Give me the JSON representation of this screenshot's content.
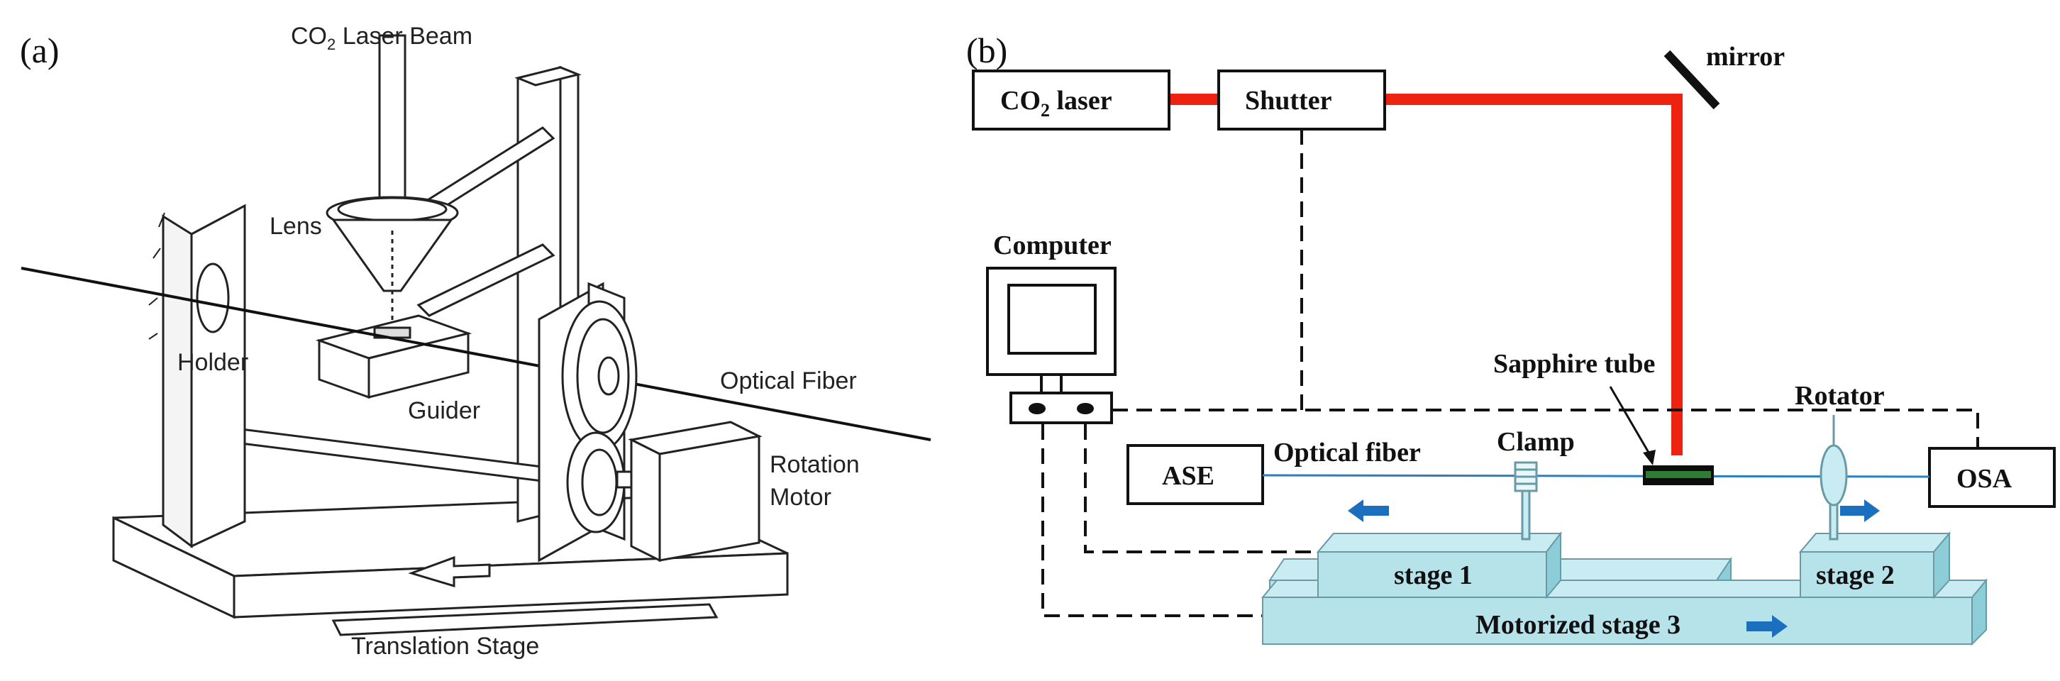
{
  "panel_a": {
    "panel_label": "(a)",
    "laser_beam": "CO",
    "laser_beam_sub": "2",
    "laser_beam_rest": " Laser Beam",
    "lens": "Lens",
    "holder": "Holder",
    "guider": "Guider",
    "optical_fiber": "Optical Fiber",
    "rotation_motor_1": "Rotation",
    "rotation_motor_2": "Motor",
    "translation_stage": "Translation Stage"
  },
  "panel_b": {
    "panel_label": "(b)",
    "co2_laser": "CO",
    "co2_laser_sub": "2",
    "co2_laser_rest": " laser",
    "shutter": "Shutter",
    "mirror": "mirror",
    "computer": "Computer",
    "sapphire_tube": "Sapphire tube",
    "rotator": "Rotator",
    "ase": "ASE",
    "optical_fiber": "Optical fiber",
    "clamp": "Clamp",
    "osa": "OSA",
    "stage1": "stage 1",
    "stage2": "stage 2",
    "stage3": "Motorized stage 3"
  },
  "colors": {
    "laser_red": "#ee2211",
    "stage_fill": "#b6e3ea",
    "stage_side": "#8ccdd8",
    "arrow_blue": "#1a6fbf",
    "fiber_blue": "#2a7fc0"
  }
}
